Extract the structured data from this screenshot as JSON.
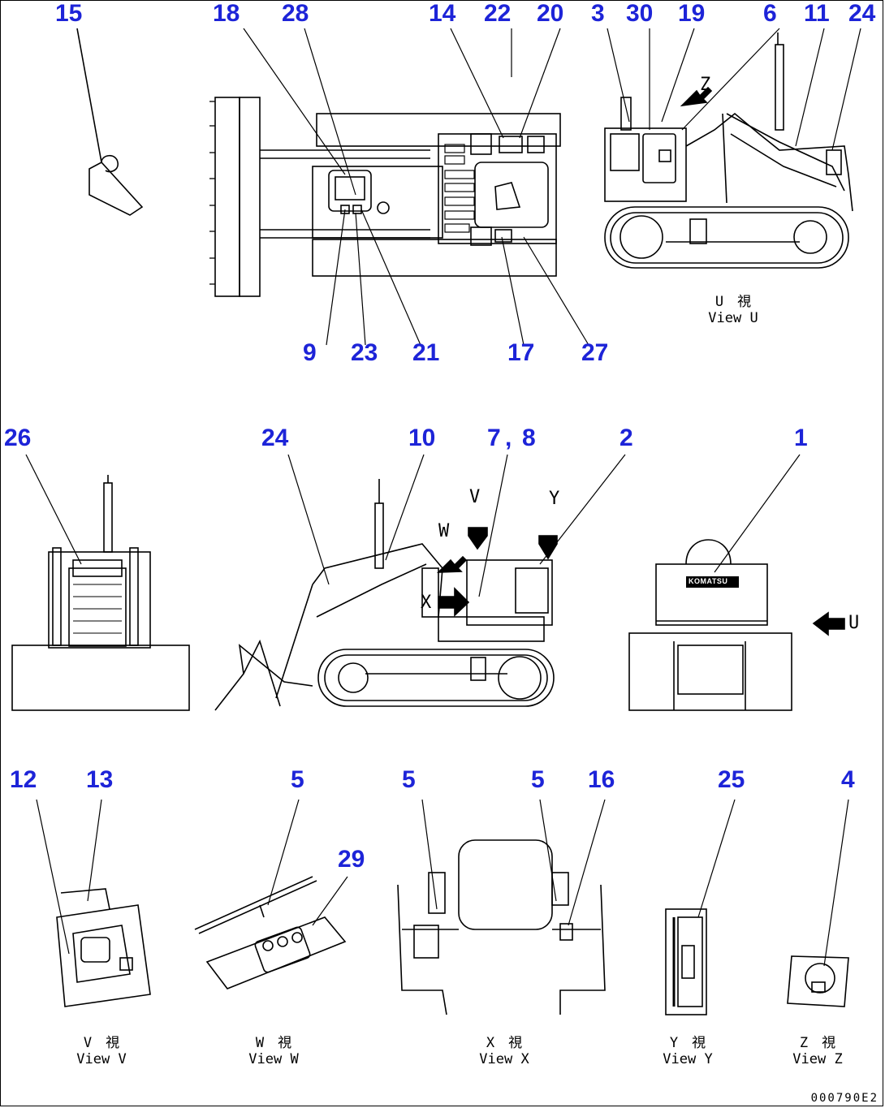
{
  "callouts": {
    "top": [
      "15",
      "18",
      "28",
      "14",
      "22",
      "20",
      "3",
      "30",
      "19",
      "6",
      "11",
      "24"
    ],
    "top_bottom": [
      "9",
      "23",
      "21",
      "17",
      "27"
    ],
    "middle": [
      "26",
      "24",
      "10",
      "7",
      "8",
      "2",
      "1"
    ],
    "middle_comma": ",",
    "bottom": [
      "12",
      "13",
      "5",
      "29",
      "5",
      "5",
      "16",
      "25",
      "4"
    ]
  },
  "views": {
    "u": {
      "jp": "U　視",
      "en": "View U"
    },
    "v": {
      "jp": "V　視",
      "en": "View V"
    },
    "w": {
      "jp": "W　視",
      "en": "View W"
    },
    "x": {
      "jp": "X　視",
      "en": "View X"
    },
    "y": {
      "jp": "Y　視",
      "en": "View Y"
    },
    "z": {
      "jp": "Z　視",
      "en": "View Z"
    }
  },
  "markers": {
    "z": "Z",
    "v": "V",
    "w": "W",
    "y": "Y",
    "x": "X",
    "u": "U"
  },
  "brand": "KOMATSU",
  "drawing_code": "000790E2",
  "colors": {
    "callout": "#1d24d8",
    "line": "#000000"
  }
}
